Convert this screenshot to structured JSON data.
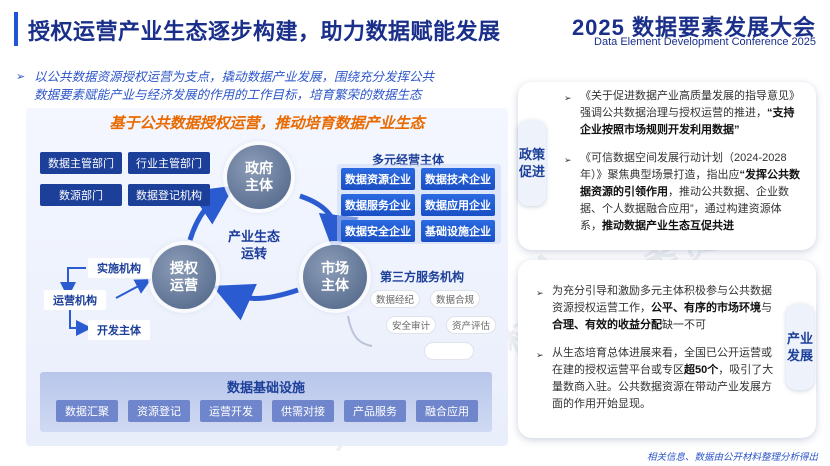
{
  "header": {
    "title": "授权运营产业生态逐步构建，助力数据赋能发展",
    "conference_title": "2025 数据要素发展大会",
    "conference_subtitle": "Data Element Development Conference 2025"
  },
  "intro": {
    "line1": "以公共数据资源授权运营为支点，撬动数据产业发展，围绕充分发挥公共",
    "line2": "数据要素赋能产业与经济发展的作用的工作目标，培育繁荣的数据生态"
  },
  "diagram": {
    "title": "基于公共数据授权运营，推动培育数据产业生态",
    "government": {
      "label": "政府\n主体",
      "departments": [
        "数据主管部门",
        "行业主管部门",
        "数源部门",
        "数据登记机构"
      ]
    },
    "ecosystem_center": "产业生态\n运转",
    "authorized": {
      "label": "授权\n运营",
      "entities": [
        "实施机构",
        "运营机构",
        "开发主体"
      ]
    },
    "market": {
      "label": "市场\n主体"
    },
    "multi_operators": {
      "title": "多元经营主体",
      "items": [
        "数据资源企业",
        "数据技术企业",
        "数据服务企业",
        "数据应用企业",
        "数据安全企业",
        "基础设施企业"
      ]
    },
    "third_party": {
      "title": "第三方服务机构",
      "items": [
        "数据经纪",
        "数据合规",
        "安全审计",
        "资产评估"
      ]
    },
    "infrastructure": {
      "title": "数据基础设施",
      "items": [
        "数据汇聚",
        "资源登记",
        "运营开发",
        "供需对接",
        "产品服务",
        "融合应用"
      ]
    }
  },
  "policy": {
    "tab": "政策\n促进",
    "bullet1_parts": [
      "《关于促进数据产业高质量发展的指导意见》强调公共数据治理与授权运营的推进，",
      "“支持企业按照市场规则开发利用数据”"
    ],
    "bullet2_parts": [
      "《可信数据空间发展行动计划（2024-2028年）》聚焦典型场景打造，指出应",
      "“发挥公共数据资源的引领作用",
      "，推动公共数据、企业数据、个人数据融合应用”，通过构建资源体系，",
      "推动数据产业生态互促共进"
    ]
  },
  "industry": {
    "tab": "产业\n发展",
    "bullet1_parts": [
      "为充分引导和激励多元主体积极参与公共数据资源授权运营工作，",
      "公平、有序的市场环境",
      "与",
      "合理、有效的收益分配",
      "缺一不可"
    ],
    "bullet2_parts": [
      "从生态培育总体进展来看，全国已公开运营或在建的授权运营平台或专区",
      "超50个",
      "，吸引了大量数商入驻。公共数据资源在带动产业发展方面的作用开始显现。"
    ]
  },
  "footnote": "相关信息、数据由公开材料整理分析得出",
  "watermark": [
    "大数据技术标准推进委员会",
    "C C S A T C"
  ]
}
